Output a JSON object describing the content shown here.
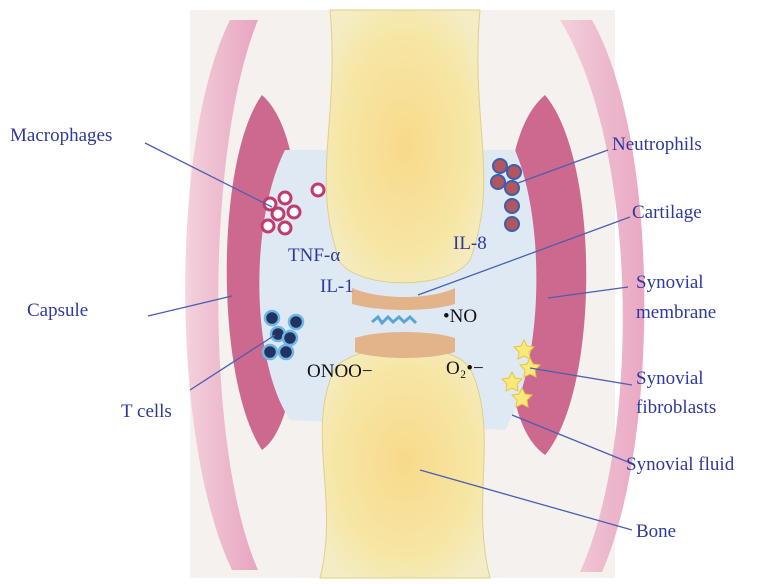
{
  "labels": {
    "macrophages": "Macrophages",
    "capsule": "Capsule",
    "t_cells": "T cells",
    "neutrophils": "Neutrophils",
    "cartilage": "Cartilage",
    "synovial_membrane_1": "Synovial",
    "synovial_membrane_2": "membrane",
    "synovial_fibroblasts_1": "Synovial",
    "synovial_fibroblasts_2": "fibroblasts",
    "synovial_fluid": "Synovial  fluid",
    "bone": "Bone"
  },
  "mediators": {
    "tnf": "TNF-α",
    "il1": "IL-1",
    "il8": "IL-8",
    "no": "•NO",
    "onoo": "ONOO−",
    "o2": "O₂•−"
  },
  "colors": {
    "label_blue": "#2d3a9c",
    "leader_line": "#4a5fb0",
    "capsule_pink": "#e7a3c2",
    "synovium_magenta": "#c03b6e",
    "fluid_blue": "#dfe9f4",
    "bone_yellow": "#f6e7a6",
    "cartilage_orange": "#e3b48a"
  }
}
